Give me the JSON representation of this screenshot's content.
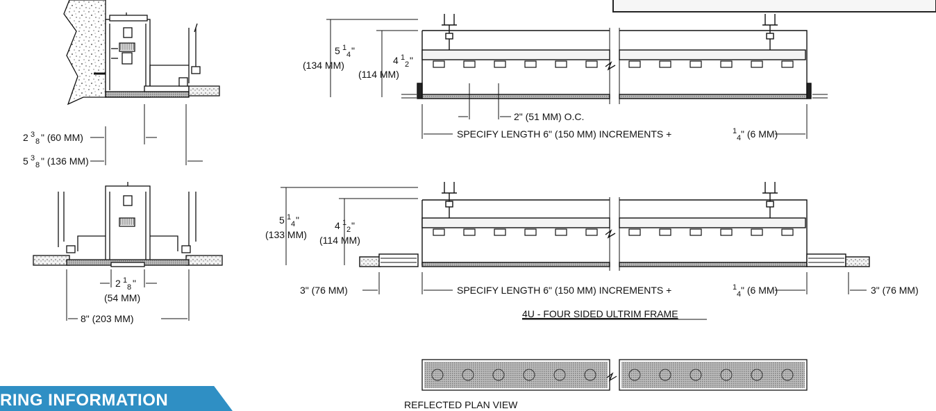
{
  "colors": {
    "banner": "#2f8fc4",
    "line": "#111111",
    "concrete": "#e8e8e8",
    "hatch": "#8a8a8a"
  },
  "side_section": {
    "dim_top": {
      "whole": "2",
      "frac_num": "3",
      "frac_den": "8",
      "rest": "\" (60 MM)"
    },
    "dim_bottom": {
      "whole": "5",
      "frac_num": "3",
      "frac_den": "8",
      "rest": "\" (136 MM)"
    }
  },
  "center_section": {
    "slot_dim": {
      "whole": "2",
      "frac_num": "1",
      "frac_den": "8",
      "unit": "\"",
      "mm": "(54 MM)"
    },
    "width_dim": "8\" (203 MM)"
  },
  "top_elevation": {
    "height_outer": {
      "whole": "5",
      "frac_num": "1",
      "frac_den": "4",
      "unit": "\"",
      "mm": "(134 MM)"
    },
    "height_inner": {
      "whole": "4",
      "frac_num": "1",
      "frac_den": "2",
      "unit": "\"",
      "mm": "(114 MM)"
    },
    "spacing": "2\" (51 MM) O.C.",
    "length": {
      "text": "SPECIFY LENGTH 6\" (150 MM) INCREMENTS + ",
      "frac_num": "1",
      "frac_den": "4",
      "rest": "\" (6 MM)"
    }
  },
  "bottom_elevation": {
    "height_outer": {
      "whole": "5",
      "frac_num": "1",
      "frac_den": "4",
      "unit": "\"",
      "mm": "(133 MM)"
    },
    "height_inner": {
      "whole": "4",
      "frac_num": "1",
      "frac_den": "2",
      "unit": "\"",
      "mm": "(114 MM)"
    },
    "flange_left": "3\" (76 MM)",
    "flange_right": "3\" (76 MM)",
    "length": {
      "text": "SPECIFY LENGTH 6\" (150 MM) INCREMENTS + ",
      "frac_num": "1",
      "frac_den": "4",
      "rest": "\" (6 MM)"
    },
    "caption": "4U - FOUR SIDED ULTRIM FRAME"
  },
  "plan_view": {
    "caption": "REFLECTED PLAN VIEW"
  },
  "section_banner": "RING INFORMATION"
}
